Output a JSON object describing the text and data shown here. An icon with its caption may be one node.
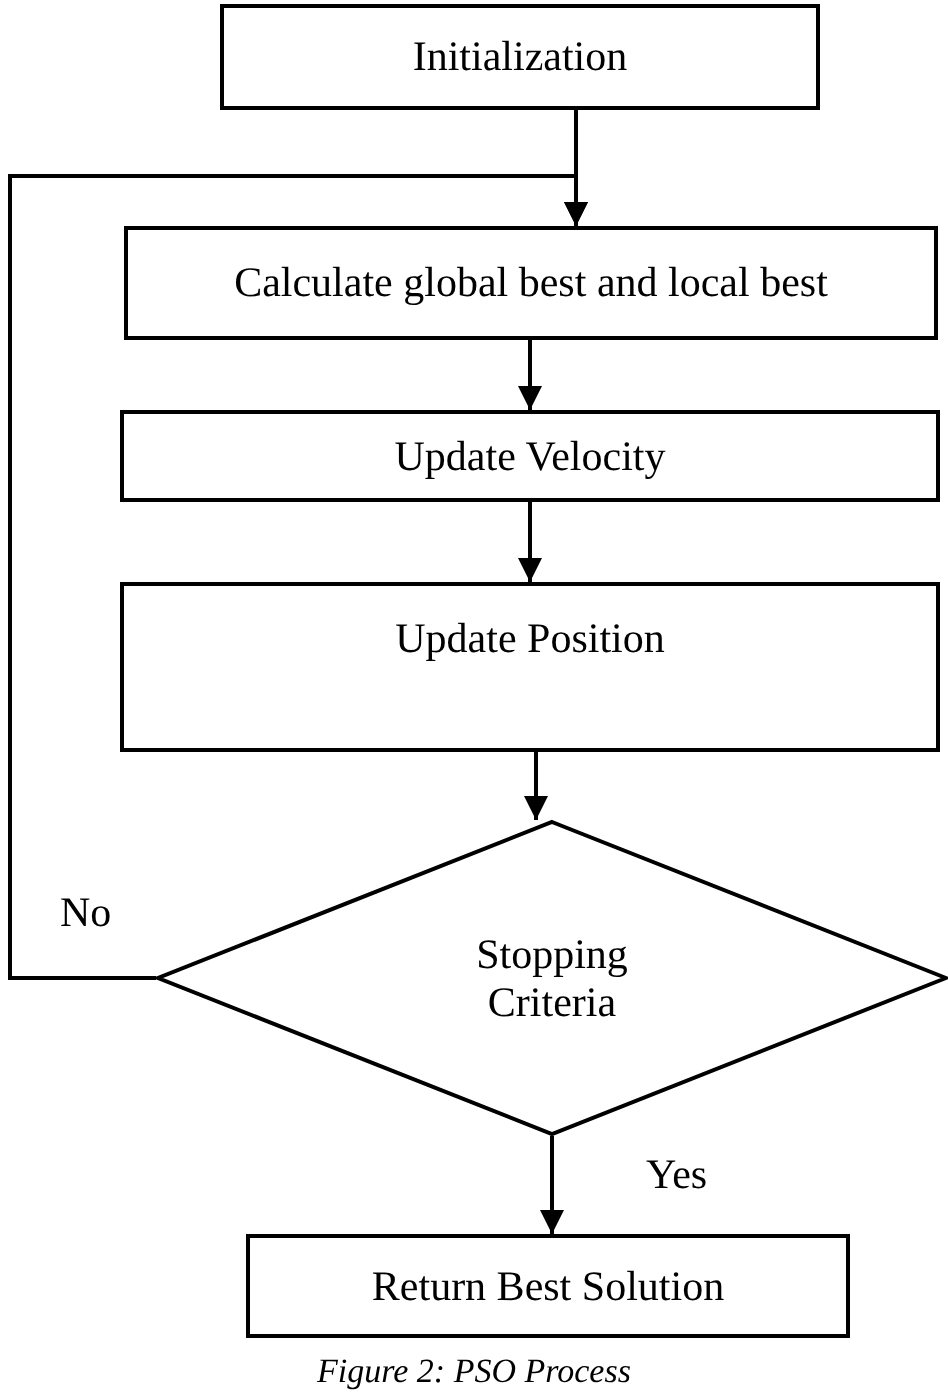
{
  "diagram": {
    "caption": "Figure 2: PSO Process",
    "nodes": [
      {
        "text": [
          "Initialization"
        ]
      },
      {
        "text": [
          "Calculate global best and local best"
        ]
      },
      {
        "text": [
          "Update Velocity"
        ]
      },
      {
        "text": [
          "Update Position"
        ]
      },
      {
        "text": [
          "Stopping Criteria"
        ]
      },
      {
        "text": [
          "Return Best Solution"
        ]
      }
    ],
    "edges": [
      {
        "from": 0,
        "to": 1,
        "arrow": "to"
      },
      {
        "from": 1,
        "to": 2,
        "arrow": "to"
      },
      {
        "from": 2,
        "to": 3,
        "arrow": "to"
      },
      {
        "from": 3,
        "to": 4,
        "arrow": "to"
      },
      {
        "from": 4,
        "to": 1,
        "arrow": "to",
        "label": "No"
      },
      {
        "from": 4,
        "to": 5,
        "arrow": "to",
        "label": "Yes"
      }
    ]
  }
}
